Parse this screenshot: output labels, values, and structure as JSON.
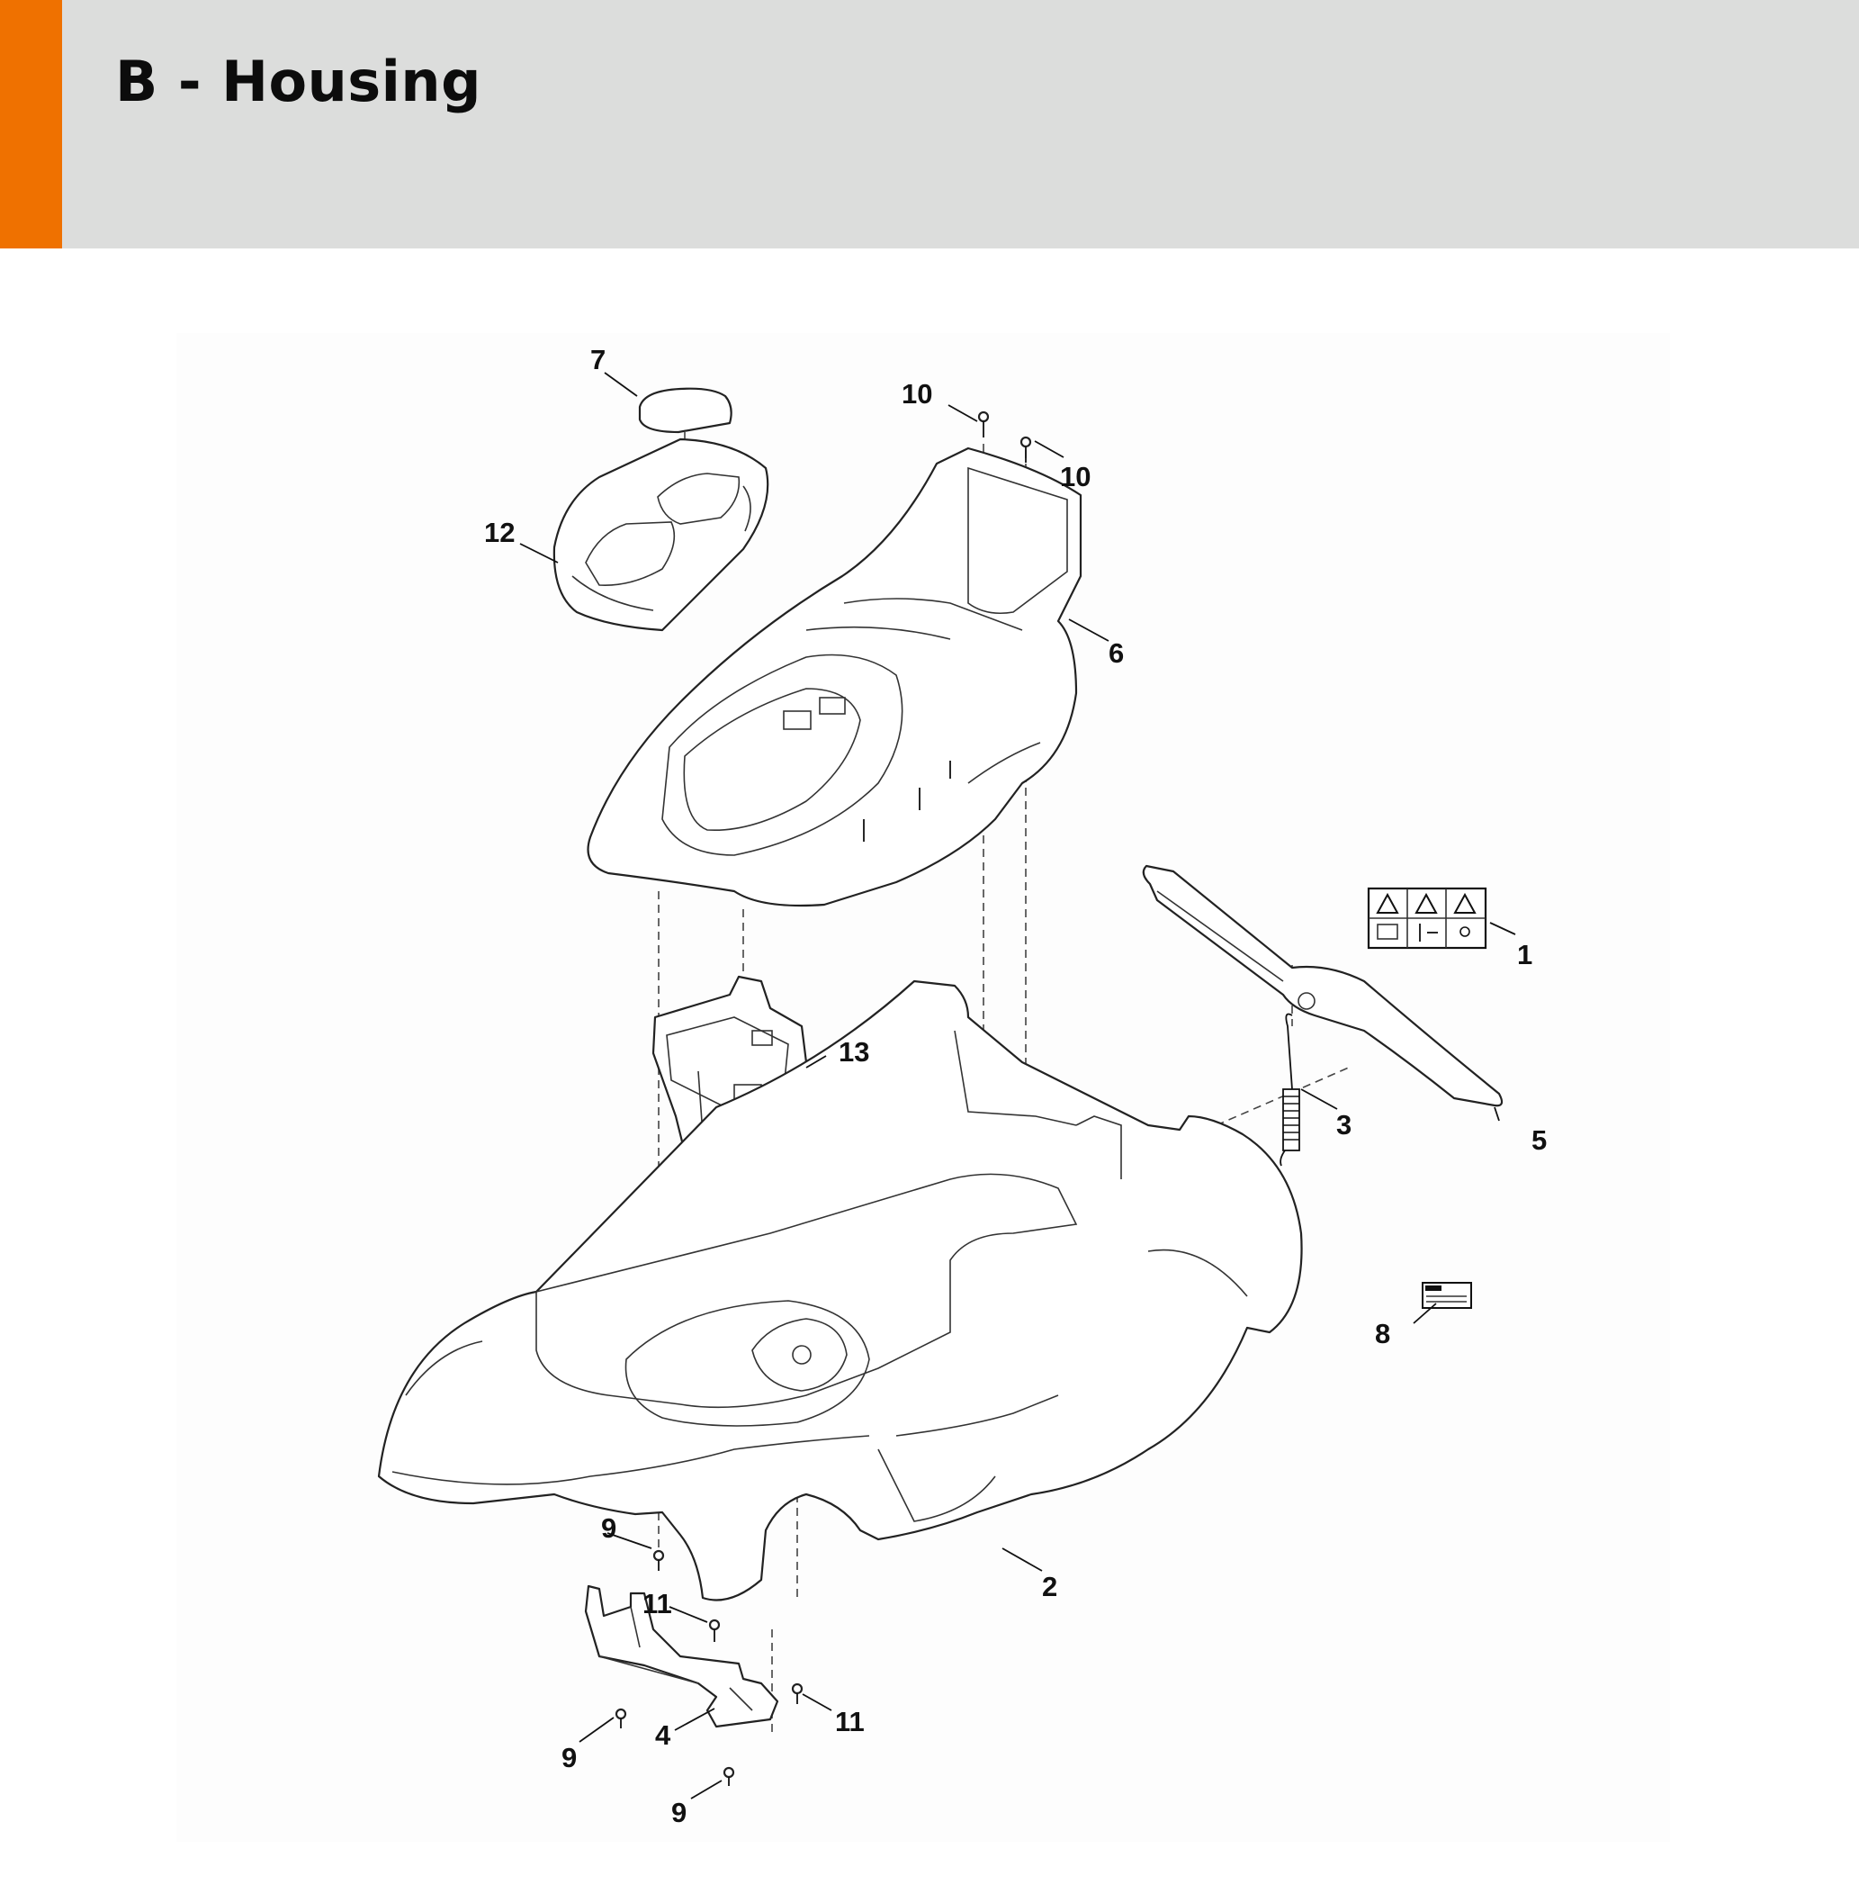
{
  "header": {
    "title": "B - Housing",
    "accent_color": "#ef7100",
    "background_color": "#dcdddc"
  },
  "diagram": {
    "callouts": [
      {
        "id": "7",
        "label": "7",
        "part": "cover-cap"
      },
      {
        "id": "10a",
        "label": "10",
        "part": "screw"
      },
      {
        "id": "10b",
        "label": "10",
        "part": "screw"
      },
      {
        "id": "12",
        "label": "12",
        "part": "top-cover"
      },
      {
        "id": "6",
        "label": "6",
        "part": "upper-housing"
      },
      {
        "id": "1",
        "label": "1",
        "part": "warning-label-set"
      },
      {
        "id": "13",
        "label": "13",
        "part": "battery-holder"
      },
      {
        "id": "3",
        "label": "3",
        "part": "tension-spring"
      },
      {
        "id": "5",
        "label": "5",
        "part": "flap"
      },
      {
        "id": "8",
        "label": "8",
        "part": "rating-plate"
      },
      {
        "id": "9a",
        "label": "9",
        "part": "screw"
      },
      {
        "id": "2",
        "label": "2",
        "part": "lower-housing"
      },
      {
        "id": "11a",
        "label": "11",
        "part": "screw"
      },
      {
        "id": "11b",
        "label": "11",
        "part": "screw"
      },
      {
        "id": "9b",
        "label": "9",
        "part": "screw"
      },
      {
        "id": "4",
        "label": "4",
        "part": "axle-bracket"
      },
      {
        "id": "9c",
        "label": "9",
        "part": "screw"
      }
    ]
  }
}
